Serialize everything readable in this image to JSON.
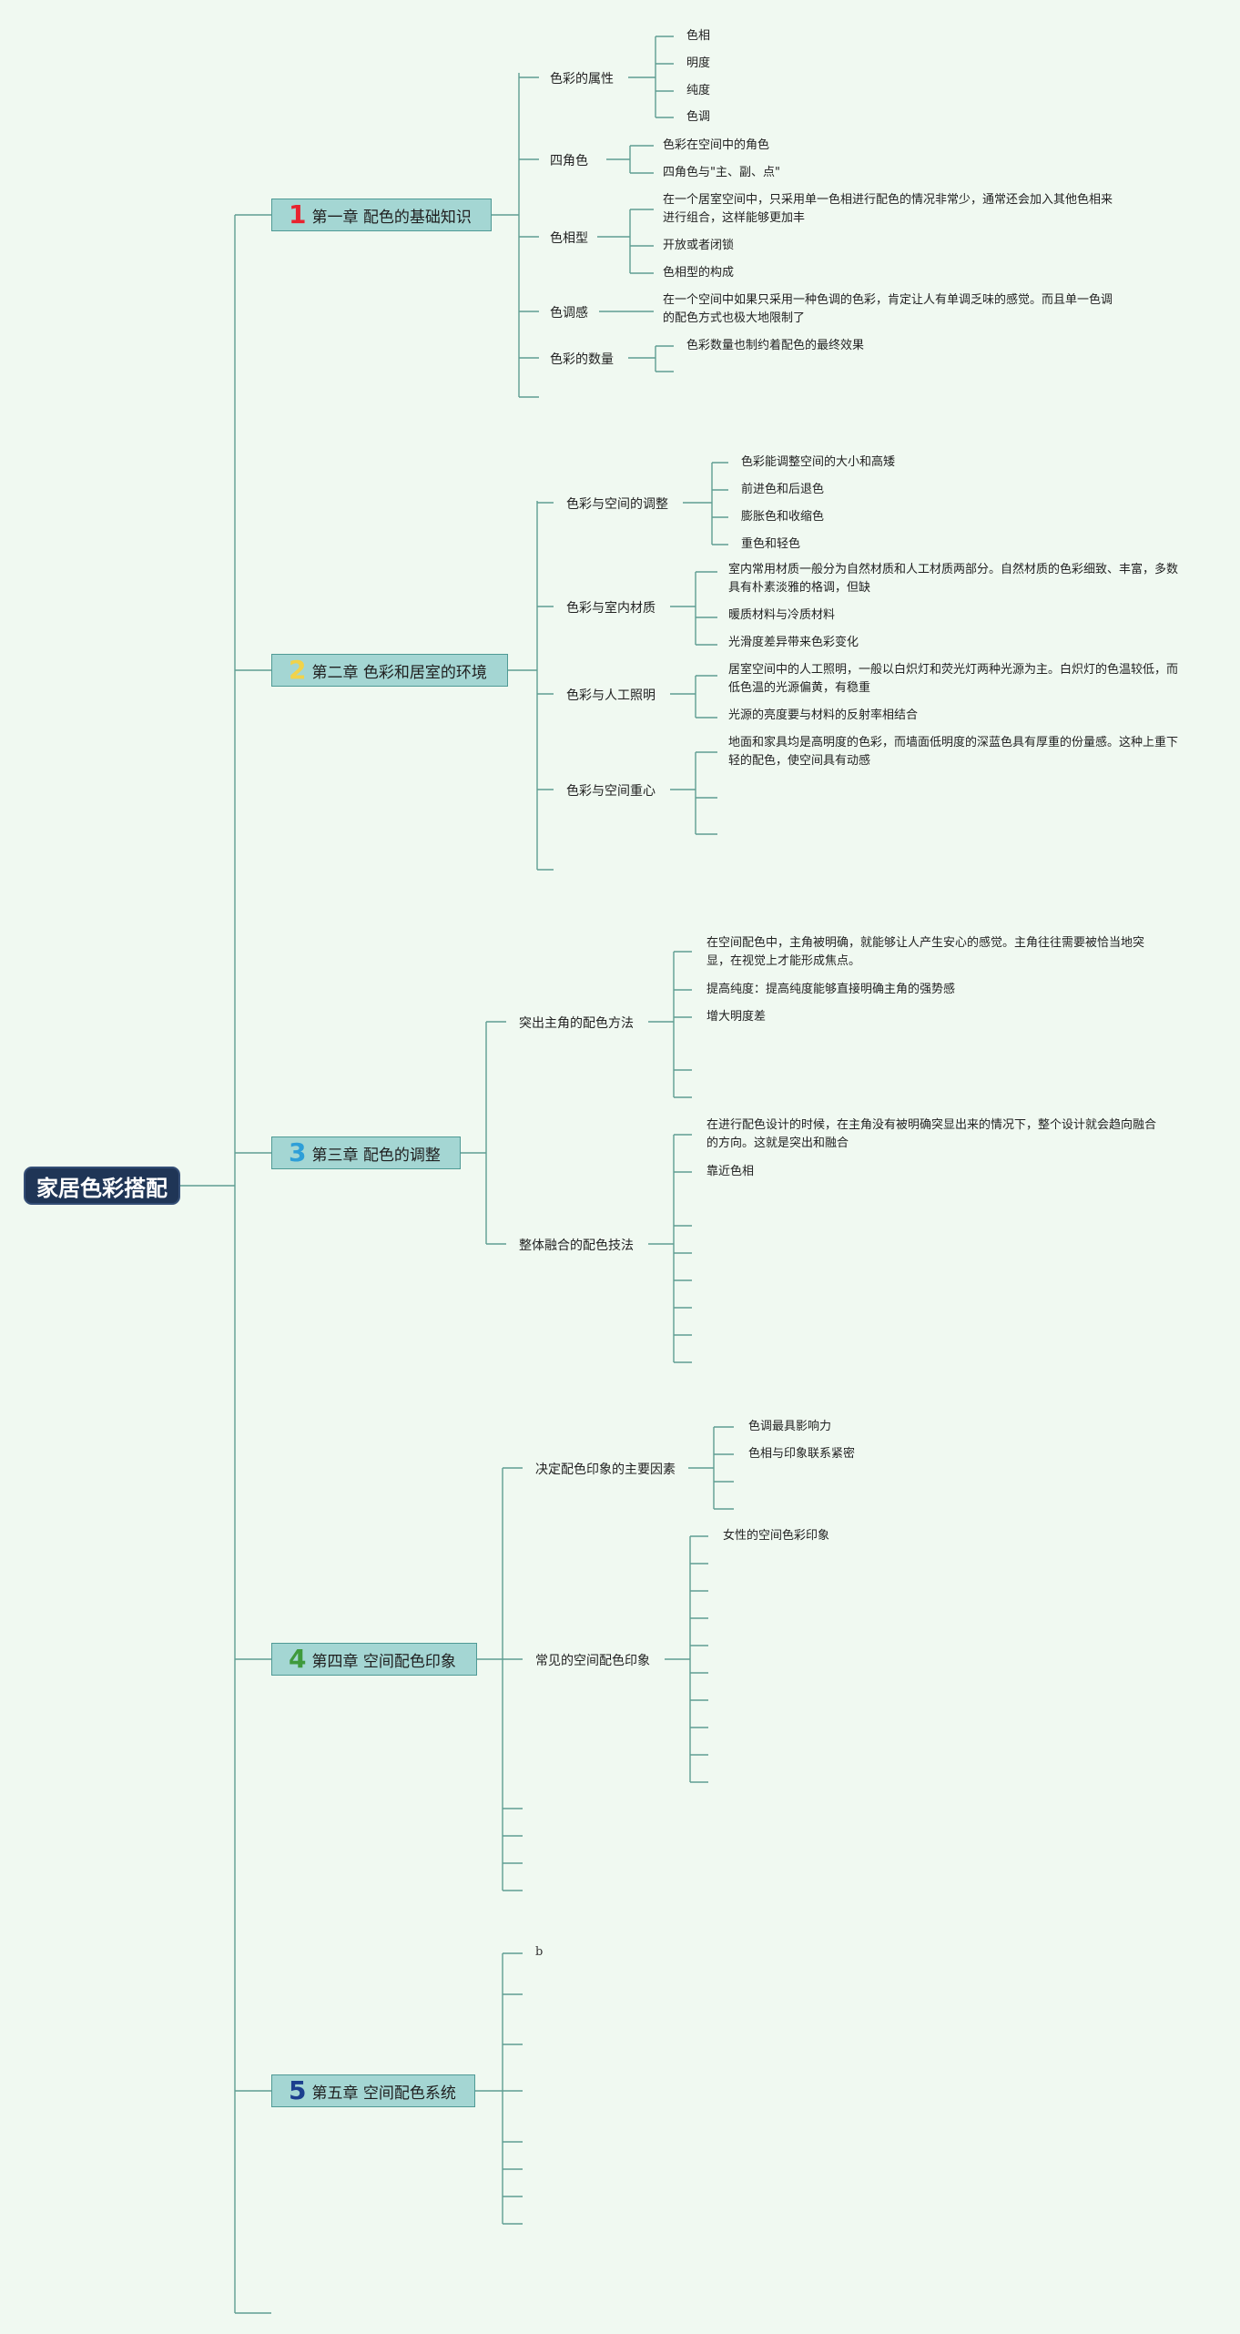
{
  "root": {
    "title": "家居色彩搭配"
  },
  "chapters": [
    {
      "num": "1",
      "num_color": "#e8232f",
      "title": "第一章 配色的基础知识",
      "sections": [
        {
          "label": "色彩的属性",
          "items": [
            "色相",
            "明度",
            "纯度",
            "色调"
          ]
        },
        {
          "label": "四角色",
          "items": [
            "色彩在空间中的角色",
            "四角色与\"主、副、点\""
          ]
        },
        {
          "label": "色相型",
          "items": [
            "在一个居室空间中，只采用单一色相进行配色的情况非常少，通常还会加入其他色相来进行组合，这样能够更加丰",
            "开放或者闭锁",
            "色相型的构成"
          ]
        },
        {
          "label": "色调感",
          "items": [
            "在一个空间中如果只采用一种色调的色彩，肯定让人有单调乏味的感觉。而且单一色调的配色方式也极大地限制了"
          ]
        },
        {
          "label": "色彩的数量",
          "items": [
            "色彩数量也制约着配色的最终效果",
            ""
          ]
        }
      ]
    },
    {
      "num": "2",
      "num_color": "#f1d34a",
      "title": "第二章 色彩和居室的环境",
      "sections": [
        {
          "label": "色彩与空间的调整",
          "items": [
            "色彩能调整空间的大小和高矮",
            "前进色和后退色",
            "膨胀色和收缩色",
            "重色和轻色"
          ]
        },
        {
          "label": "色彩与室内材质",
          "items": [
            "室内常用材质一般分为自然材质和人工材质两部分。自然材质的色彩细致、丰富，多数具有朴素淡雅的格调，但缺",
            "暖质材料与冷质材料",
            "光滑度差异带来色彩变化"
          ]
        },
        {
          "label": "色彩与人工照明",
          "items": [
            "居室空间中的人工照明，一般以白炽灯和荧光灯两种光源为主。白炽灯的色温较低，而低色温的光源偏黄，有稳重",
            "光源的亮度要与材料的反射率相结合"
          ]
        },
        {
          "label": "色彩与空间重心",
          "items": [
            "地面和家具均是高明度的色彩，而墙面低明度的深蓝色具有厚重的份量感。这种上重下轻的配色，使空间具有动感",
            "",
            ""
          ]
        }
      ]
    },
    {
      "num": "3",
      "num_color": "#2e9fd8",
      "title": "第三章 配色的调整",
      "sections": [
        {
          "label": "突出主角的配色方法",
          "items": [
            "在空间配色中，主角被明确，就能够让人产生安心的感觉。主角往往需要被恰当地突显，在视觉上才能形成焦点。",
            "提高纯度：提高纯度能够直接明确主角的强势感",
            "增大明度差",
            "",
            ""
          ]
        },
        {
          "label": "整体融合的配色技法",
          "items": [
            "在进行配色设计的时候，在主角没有被明确突显出来的情况下，整个设计就会趋向融合的方向。这就是突出和融合",
            "靠近色相",
            "",
            "",
            "",
            "",
            "",
            ""
          ]
        }
      ]
    },
    {
      "num": "4",
      "num_color": "#3f9a3c",
      "title": "第四章 空间配色印象",
      "sections": [
        {
          "label": "决定配色印象的主要因素",
          "items": [
            "色调最具影响力",
            "色相与印象联系紧密",
            "",
            ""
          ]
        },
        {
          "label": "常见的空间配色印象",
          "items": [
            "女性的空间色彩印象",
            "",
            "",
            "",
            "",
            "",
            "",
            "",
            "",
            ""
          ]
        }
      ]
    },
    {
      "num": "5",
      "num_color": "#1c3f8e",
      "title": "第五章 空间配色系统",
      "sections": []
    }
  ],
  "chapter5_note": "b"
}
